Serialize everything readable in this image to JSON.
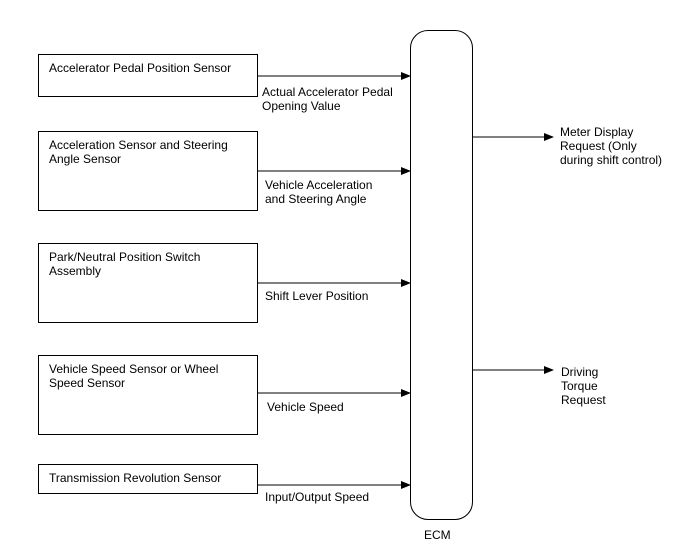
{
  "sensors": [
    {
      "label": "Accelerator Pedal Position Sensor",
      "signal": "Actual Accelerator Pedal\nOpening Value"
    },
    {
      "label": "Acceleration Sensor and Steering\nAngle Sensor",
      "signal": "Vehicle Acceleration\nand Steering Angle"
    },
    {
      "label": "Park/Neutral Position Switch\nAssembly",
      "signal": "Shift Lever Position"
    },
    {
      "label": "Vehicle Speed Sensor or Wheel\nSpeed Sensor",
      "signal": "Vehicle Speed"
    },
    {
      "label": "Transmission Revolution Sensor",
      "signal": "Input/Output Speed"
    }
  ],
  "ecm": {
    "label": "ECM"
  },
  "outputs": [
    {
      "label": "Meter Display\nRequest (Only\nduring shift control)"
    },
    {
      "label": "Driving\nTorque\nRequest"
    }
  ]
}
